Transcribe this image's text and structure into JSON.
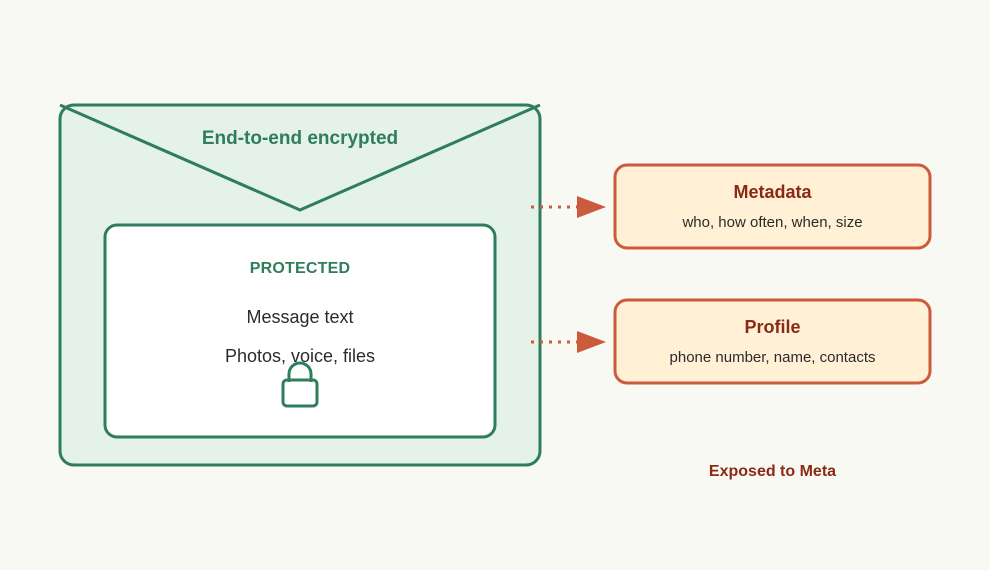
{
  "colors": {
    "background": "#f9f9f4",
    "protected_stroke": "#2e7d5b",
    "protected_fill": "#e4f2ea",
    "inner_fill": "#ffffff",
    "exposed_stroke": "#cc5a3c",
    "exposed_fill": "#fff0d6",
    "exposed_text": "#8b2a14",
    "body_text": "#2b2b2b"
  },
  "envelope": {
    "title": "End-to-end encrypted",
    "icon": "envelope-icon"
  },
  "protected": {
    "heading": "PROTECTED",
    "items": [
      "Message text",
      "Photos, voice, files"
    ],
    "icon": "lock-icon"
  },
  "exposed": {
    "boxes": [
      {
        "title": "Metadata",
        "subtitle": "who, how often, when, size"
      },
      {
        "title": "Profile",
        "subtitle": "phone number, name, contacts"
      }
    ],
    "label": "Exposed to Meta"
  }
}
